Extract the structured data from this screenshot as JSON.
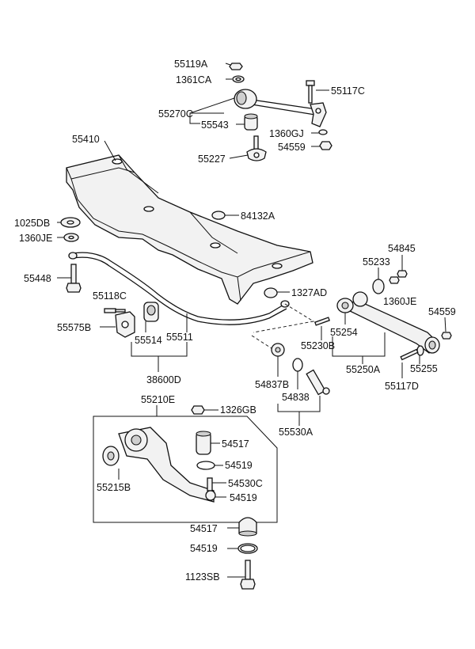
{
  "labels": {
    "p55119A": "55119A",
    "p1361CA": "1361CA",
    "p55117C_top": "55117C",
    "p55270C": "55270C",
    "p55543": "55543",
    "p1360GJ": "1360GJ",
    "p54559_top": "54559",
    "p55227": "55227",
    "p55410": "55410",
    "p84132A": "84132A",
    "p1025DB": "1025DB",
    "p1360JE_left": "1360JE",
    "p55448": "55448",
    "p1327AD": "1327AD",
    "p55118C": "55118C",
    "p55575B": "55575B",
    "p55514": "55514",
    "p55511": "55511",
    "p38600D": "38600D",
    "p54845": "54845",
    "p55233": "55233",
    "p1360JE_right": "1360JE",
    "p54559_right": "54559",
    "p55254": "55254",
    "p55230B": "55230B",
    "p55255": "55255",
    "p55250A": "55250A",
    "p55117D": "55117D",
    "p54837B": "54837B",
    "p54838": "54838",
    "p55530A": "55530A",
    "p55210E": "55210E",
    "p1326GB": "1326GB",
    "p54517_box": "54517",
    "p54519_box1": "54519",
    "p55215B": "55215B",
    "p54530C": "54530C",
    "p54519_box2": "54519",
    "p54517": "54517",
    "p54519": "54519",
    "p1123SB": "1123SB"
  }
}
